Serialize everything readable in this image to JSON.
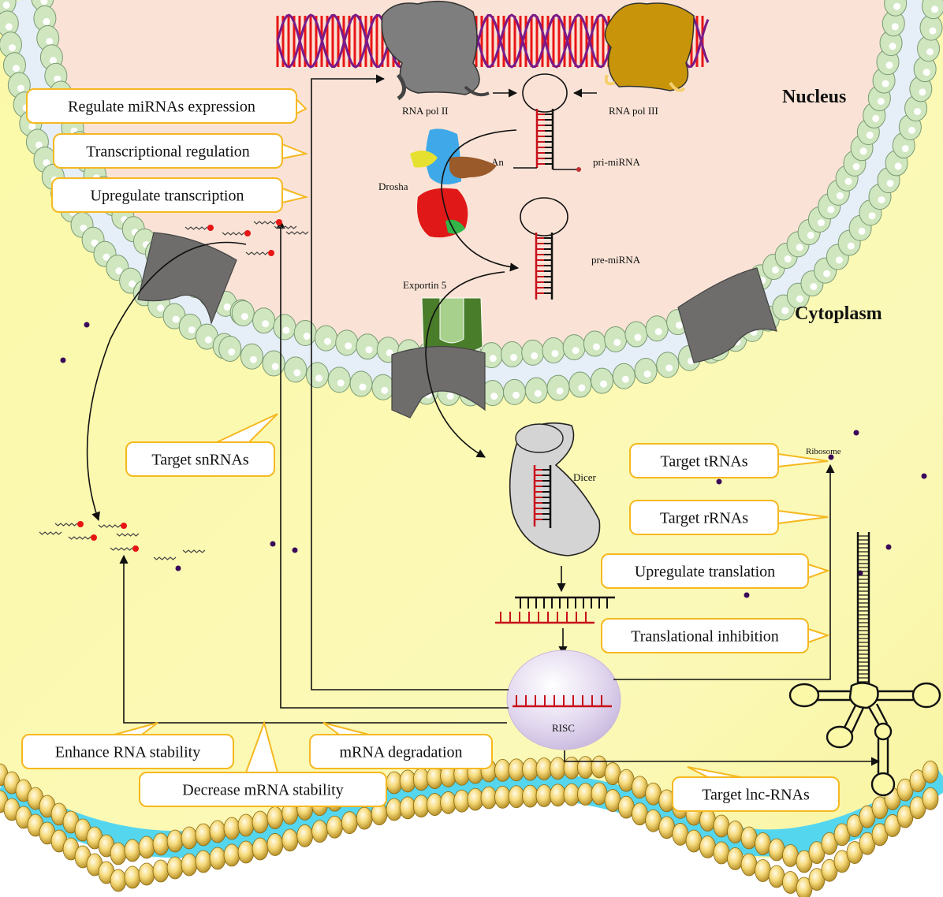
{
  "regions": {
    "nucleus_label": "Nucleus",
    "cytoplasm_label": "Cytoplasm"
  },
  "molecules": {
    "rna_pol_ii": "RNA pol II",
    "rna_pol_iii": "RNA pol III",
    "drosha": "Drosha",
    "an": "An",
    "pri_mirna": "pri-miRNA",
    "pre_mirna": "pre-miRNA",
    "exportin5": "Exportin 5",
    "dicer": "Dicer",
    "risc": "RISC",
    "ribosome": "Ribosome"
  },
  "callouts": [
    {
      "id": "regulate-mirnas-expression",
      "text": "Regulate miRNAs expression"
    },
    {
      "id": "transcriptional-regulation",
      "text": "Transcriptional regulation"
    },
    {
      "id": "upregulate-transcription",
      "text": "Upregulate transcription"
    },
    {
      "id": "target-snrnas",
      "text": "Target snRNAs"
    },
    {
      "id": "target-trnas",
      "text": "Target tRNAs"
    },
    {
      "id": "target-rrnas",
      "text": "Target rRNAs"
    },
    {
      "id": "upregulate-translation",
      "text": "Upregulate translation"
    },
    {
      "id": "translational-inhibition",
      "text": "Translational inhibition"
    },
    {
      "id": "enhance-rna-stability",
      "text": "Enhance RNA stability"
    },
    {
      "id": "mrna-degradation",
      "text": "mRNA degradation"
    },
    {
      "id": "decrease-mrna-stability",
      "text": "Decrease mRNA stability"
    },
    {
      "id": "target-lnc-rnas",
      "text": "Target lnc-RNAs"
    }
  ],
  "colors": {
    "nucleus_fill": "#fae3d6",
    "cytoplasm_fill": "#fbf9a8",
    "membrane_head": "#cfe6bf",
    "membrane_tail": "#e3ebf5",
    "callout_border": "#f5b820",
    "mirna_red": "#c8111b",
    "exportin_green": "#4a7d2a",
    "pore_gray": "#6f6c6c",
    "risc_purple": "#d9cde8",
    "dna_purple": "#7a1a8a",
    "dot_purple": "#3a0a5a",
    "outer_membrane_blue": "#55d6ef",
    "outer_bead": "#f2cf6a"
  }
}
